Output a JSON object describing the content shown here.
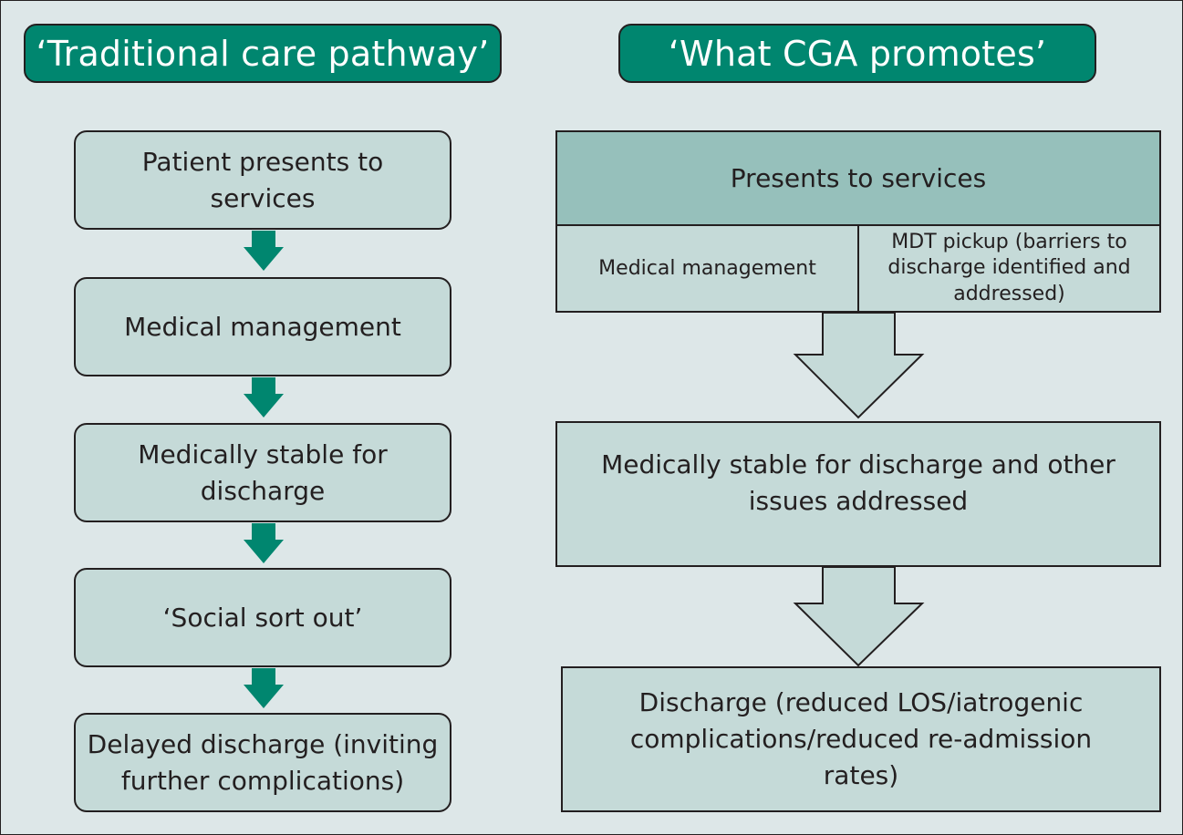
{
  "left": {
    "header": "‘Traditional care pathway’",
    "steps": [
      "Patient presents to services",
      "Medical management",
      "Medically stable for discharge",
      "‘Social sort out’",
      "Delayed discharge (inviting further complications)"
    ]
  },
  "right": {
    "header": "‘What CGA promotes’",
    "top": {
      "title": "Presents to services",
      "col1": "Medical management",
      "col2": "MDT pickup (barriers to discharge identified and addressed)"
    },
    "middle": "Medically stable for discharge and other issues addressed",
    "bottom": "Discharge (reduced LOS/iatrogenic complications/reduced re-admission rates)"
  },
  "colors": {
    "background": "#dde7e8",
    "header_fill": "#00866f",
    "box_fill": "#c5dad8",
    "title_fill": "#96c0bb",
    "arrow_green": "#00866f"
  }
}
